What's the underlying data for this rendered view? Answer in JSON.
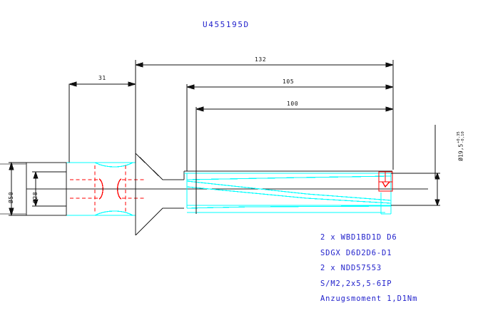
{
  "drawing": {
    "title": "U455195D",
    "title_color": "#2222cc",
    "background": "#ffffff",
    "colors": {
      "outline": "#00ffff",
      "hidden": "#ff0000",
      "centerline": "#ffff00",
      "dimension": "#111111",
      "annotation": "#2222cc"
    }
  },
  "dimensions": {
    "linear": [
      {
        "name": "shank-length",
        "value": "31"
      },
      {
        "name": "overall-length",
        "value": "132"
      },
      {
        "name": "flute-length",
        "value": "105"
      },
      {
        "name": "drill-depth",
        "value": "100"
      }
    ],
    "diameters": [
      {
        "name": "flange-diameter",
        "value": "Ø50"
      },
      {
        "name": "bore-diameter",
        "value": "Ø28"
      }
    ],
    "toleranced": {
      "name": "drill-diameter",
      "base": "Ø19,5",
      "upper": "+0,35",
      "lower": "-0,10"
    }
  },
  "notes": {
    "lines": [
      "2 x WBD1BD1D D6",
      "SDGX D6D2D6-D1",
      "2 x NDD57553",
      "S/M2,2x5,5-6IP",
      "Anzugsmoment 1,D1Nm"
    ]
  }
}
